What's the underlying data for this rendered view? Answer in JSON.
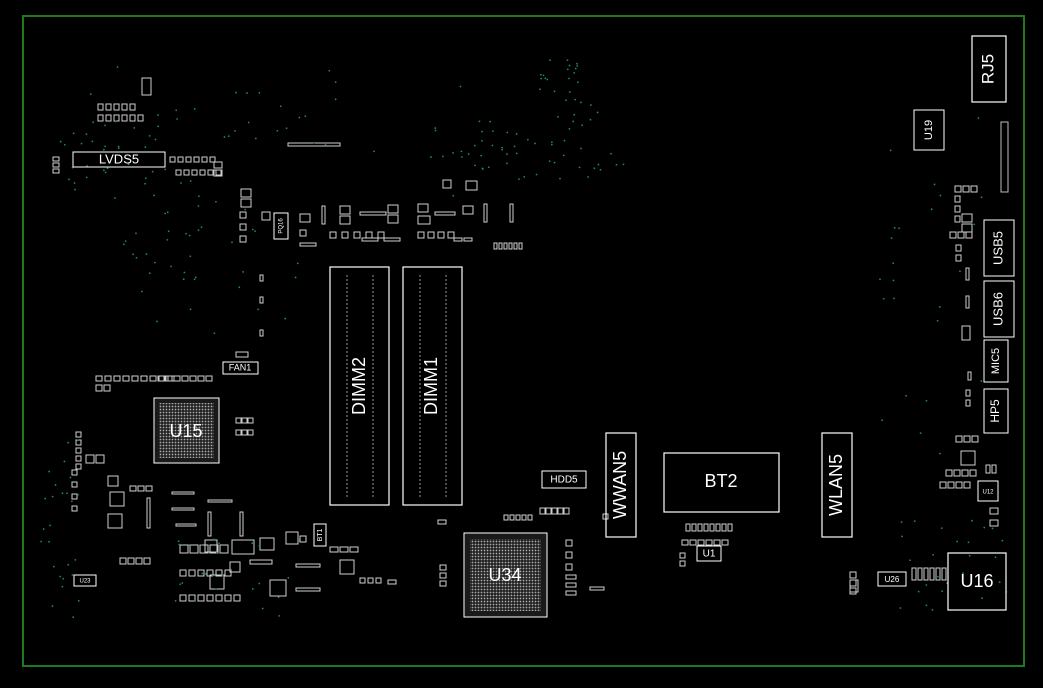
{
  "colors": {
    "background": "#000000",
    "board_outline": "#1e7a1e",
    "silk": "#ffffff",
    "via": "#1f8a5a"
  },
  "components": {
    "rj5": "RJ5",
    "u19": "U19",
    "usb5": "USB5",
    "usb6": "USB6",
    "mic5": "MIC5",
    "hp5": "HP5",
    "u12": "U12",
    "u16": "U16",
    "u26": "U26",
    "wlan5": "WLAN5",
    "bt2": "BT2",
    "u1": "U1",
    "wwan5": "WWAN5",
    "hdd5": "HDD5",
    "u34": "U34",
    "dimm2": "DIMM2",
    "dimm1": "DIMM1",
    "lvds5": "LVDS5",
    "fan1": "FAN1",
    "u15": "U15",
    "u23": "U23",
    "bt1": "BT1",
    "pq16": "PQ16"
  }
}
